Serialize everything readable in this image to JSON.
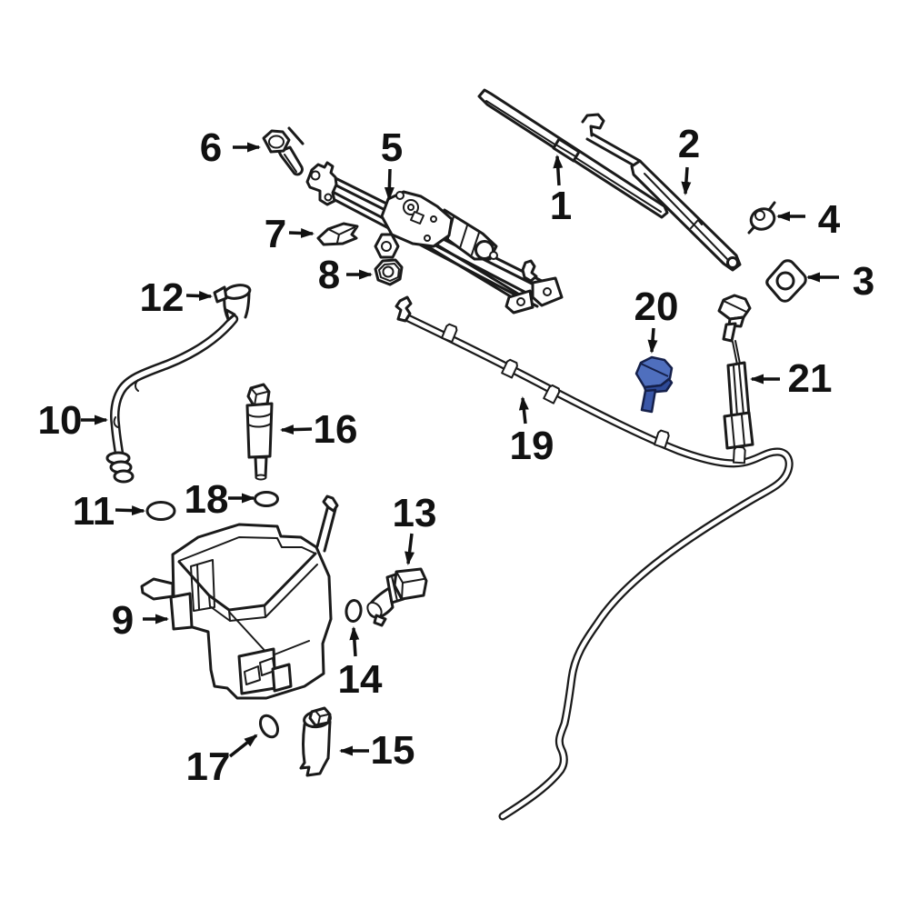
{
  "diagram": {
    "background_color": "#ffffff",
    "line_color": "#1a1a1a",
    "label_color": "#111111",
    "highlighted_part": "20",
    "highlight": {
      "fill_light": "#4f6fbe",
      "fill_mid": "#3a57a8",
      "fill_dark": "#2e4a97",
      "outline": "#15204a"
    },
    "callouts": [
      {
        "label": "1"
      },
      {
        "label": "2"
      },
      {
        "label": "3"
      },
      {
        "label": "4"
      },
      {
        "label": "5"
      },
      {
        "label": "6"
      },
      {
        "label": "7"
      },
      {
        "label": "8"
      },
      {
        "label": "9"
      },
      {
        "label": "10"
      },
      {
        "label": "11"
      },
      {
        "label": "12"
      },
      {
        "label": "13"
      },
      {
        "label": "14"
      },
      {
        "label": "15"
      },
      {
        "label": "16"
      },
      {
        "label": "17"
      },
      {
        "label": "18"
      },
      {
        "label": "19"
      },
      {
        "label": "20"
      },
      {
        "label": "21"
      }
    ]
  }
}
